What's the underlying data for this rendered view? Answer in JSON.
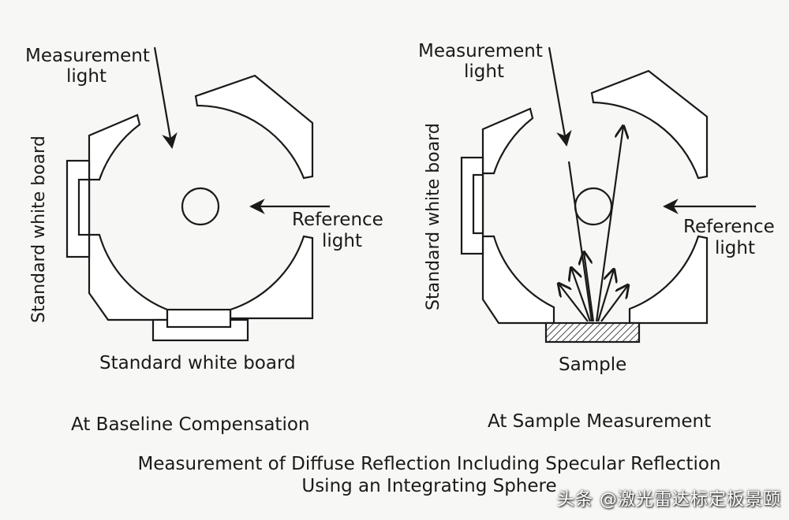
{
  "left": {
    "measurement_light": [
      "Measurement",
      "light"
    ],
    "reference_light": [
      "Reference",
      "light"
    ],
    "side_board": "Standard white board",
    "bottom_board": "Standard white board",
    "caption": "At Baseline Compensation"
  },
  "right": {
    "measurement_light": [
      "Measurement",
      "light"
    ],
    "reference_light": [
      "Reference",
      "light"
    ],
    "side_board": "Standard white board",
    "bottom_label": "Sample",
    "caption": "At Sample Measurement"
  },
  "title": [
    "Measurement of Diffuse Reflection Including Specular Reflection",
    "Using an Integrating Sphere"
  ],
  "watermark": "头条 @激光雷达标定板景颐",
  "colors": {
    "line": "#1a1a1a",
    "background": "#f7f7f5"
  }
}
